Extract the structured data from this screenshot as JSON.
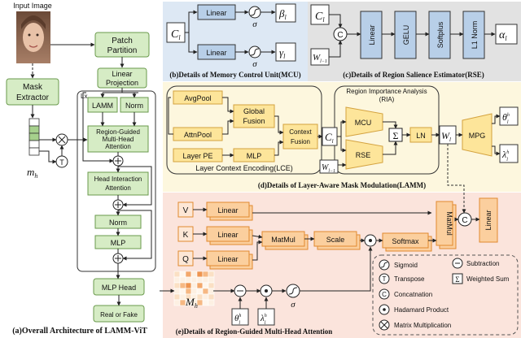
{
  "colors": {
    "mcu_bg": "#dde8f4",
    "rse_bg": "#e2e2e2",
    "lamm_bg": "#fdf7de",
    "attn_bg": "#fbe4dc",
    "green_box": "#d6ecc5",
    "green_border": "#6a9a4c",
    "orange_box": "#fbcf9e",
    "orange_border": "#e08a2f",
    "blue_box": "#b8cfe8",
    "yellow_box": "#fde59a"
  },
  "panel_a": {
    "input_label": "Input  Image",
    "patch_partition": [
      "Patch",
      "Partition"
    ],
    "mask_extractor": [
      "Mask",
      "Extractor"
    ],
    "linear_projection": [
      "Linear",
      "Projection"
    ],
    "lx": "Lx",
    "lamm": "LAMM",
    "norm1": "Norm",
    "rgmha": [
      "Region-Guided",
      "Multi-Head",
      "Attention"
    ],
    "hia": [
      "Head Interaction",
      "Attention"
    ],
    "norm2": "Norm",
    "mlp": "MLP",
    "mlp_head": "MLP Head",
    "real_or_fake": "Real or Fake",
    "mh": "m",
    "mh_sub": "h",
    "transpose": "T",
    "caption": "(a)Overall Architecture of LAMM-ViT"
  },
  "panel_b": {
    "cl": "C",
    "cl_sub": "l",
    "linear1": "Linear",
    "linear2": "Linear",
    "sigma1": "σ",
    "sigma2": "σ",
    "beta": "β",
    "beta_sub": "l",
    "gamma": "γ",
    "gamma_sub": "l",
    "caption": "(b)Details of Memory Control Unit(MCU)"
  },
  "panel_c": {
    "cl": "C",
    "cl_sub": "l",
    "wl1": "W",
    "wl1_sub": "l−1",
    "concat": "C",
    "linear": "Linear",
    "gelu": "GELU",
    "softplus": "Softplus",
    "l1norm": "L1 Norm",
    "alpha": "α",
    "alpha_sub": "l",
    "caption": "(c)Details of Region Salience Estimator(RSE)"
  },
  "panel_d": {
    "avgpool": "AvgPool",
    "attnpool": "AttnPool",
    "layerpe": "Layer PE",
    "global_fusion": [
      "Global",
      "Fusion"
    ],
    "mlp": "MLP",
    "context_fusion": [
      "Context",
      "Fusion"
    ],
    "lce": "Layer Context Encoding(LCE)",
    "ria": [
      "Region Importance Analysis",
      "(RIA)"
    ],
    "cl": "C",
    "cl_sub": "l",
    "wl1": "W",
    "wl1_sub": "l−1",
    "mcu": "MCU",
    "rse": "RSE",
    "sum": "Σ",
    "ln": "LN",
    "wl": "W",
    "wl_sub": "l",
    "mpg": "MPG",
    "theta": "θ",
    "theta_sup": "h",
    "theta_sub": "l",
    "lambda": "λ",
    "lambda_sup": "h",
    "lambda_sub": "l",
    "caption": "(d)Details of Layer-Aware Mask Modulation(LAMM)"
  },
  "panel_e": {
    "v": "V",
    "k": "K",
    "q": "Q",
    "linear_v": "Linear",
    "linear_k": "Linear",
    "linear_q": "Linear",
    "matmul1": "MatMul",
    "scale": "Scale",
    "softmax": "Softmax",
    "matmul2": "MatMul",
    "linear_out": "Linear",
    "concat": "C",
    "mh": "M",
    "mh_sub": "h",
    "theta": "θ",
    "theta_sup": "h",
    "theta_sub": "l",
    "lambda": "λ",
    "lambda_sup": "h",
    "lambda_sub": "l",
    "sigma": "σ",
    "caption": "(e)Details of Region-Guided Multi-Head Attention"
  },
  "legend": {
    "sigmoid": "Sigmoid",
    "subtraction": "Subtraction",
    "transpose": "Transpose",
    "weighted_sum": "Weighted Sum",
    "concatnation": "Concatnation",
    "hadamard": "Hadamard Product",
    "matmul": "Matrix Multiplication"
  }
}
